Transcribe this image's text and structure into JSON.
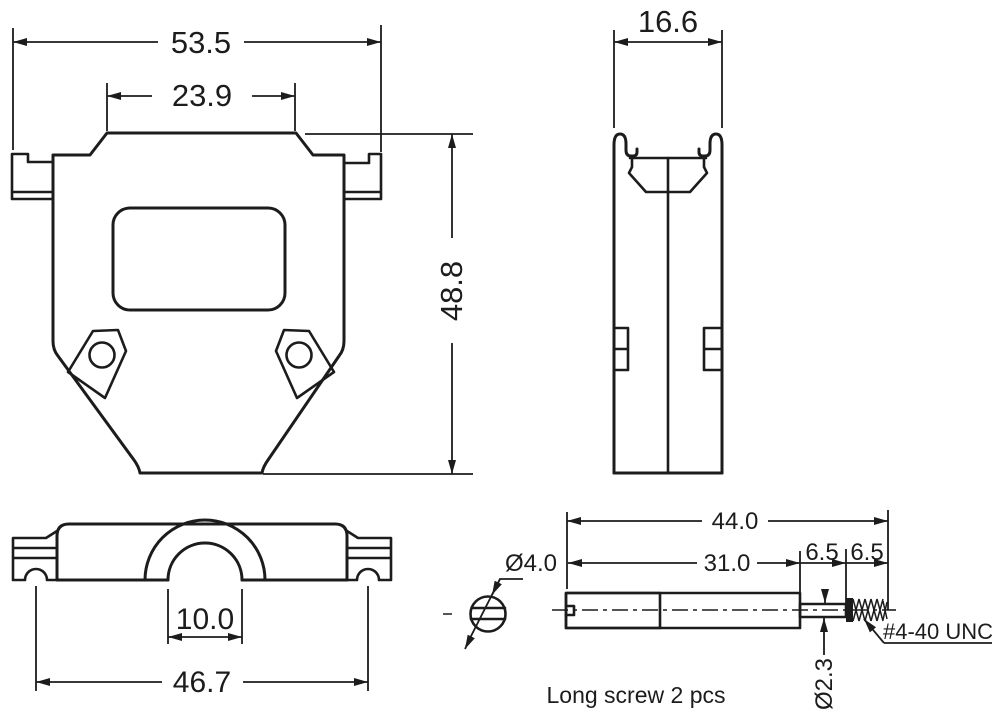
{
  "drawing": {
    "front_view": {
      "overall_width": "53.5",
      "flange_width": "23.9",
      "height": "48.8"
    },
    "side_view": {
      "depth": "16.6"
    },
    "bottom_view": {
      "cable_opening": "10.0",
      "hole_spacing": "46.7"
    },
    "screw": {
      "head_diameter": "Ø4.0",
      "overall_length": "44.0",
      "shank_length": "31.0",
      "neck_length": "6.5",
      "thread_length": "6.5",
      "neck_diameter": "Ø2.3",
      "thread_spec": "#4-40 UNC",
      "caption": "Long screw 2 pcs"
    },
    "colors": {
      "line": "#1c1c1c",
      "background": "#ffffff"
    }
  }
}
